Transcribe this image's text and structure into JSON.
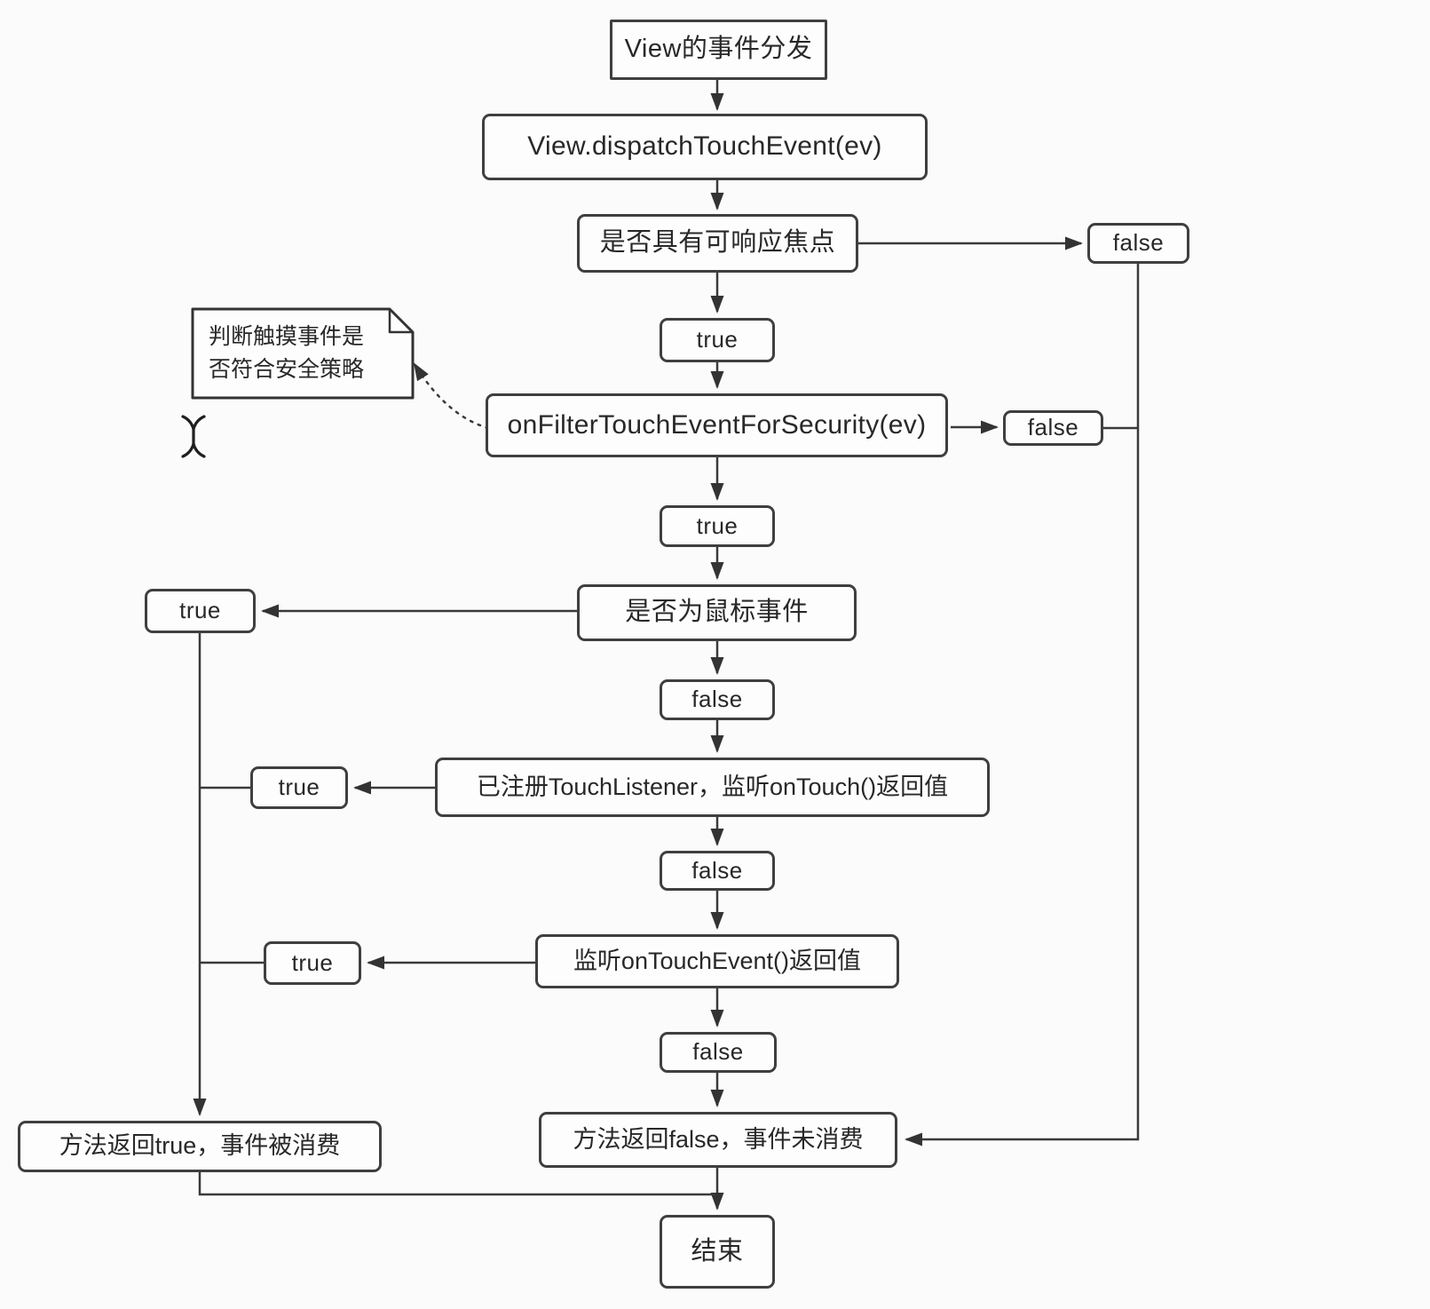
{
  "diagram": {
    "nodes": {
      "start": "View的事件分发",
      "dispatch": "View.dispatchTouchEvent(ev)",
      "focus_check": "是否具有可响应焦点",
      "false_focus": "false",
      "true_focus": "true",
      "filter_security": "onFilterTouchEventForSecurity(ev)",
      "false_filter": "false",
      "true_filter": "true",
      "mouse_check": "是否为鼠标事件",
      "true_mouse": "true",
      "false_mouse": "false",
      "touch_listener": "已注册TouchListener，监听onTouch()返回值",
      "true_listener": "true",
      "false_listener": "false",
      "on_touch_event": "监听onTouchEvent()返回值",
      "true_on_touch_event": "true",
      "false_on_touch_event": "false",
      "return_true": "方法返回true，事件被消费",
      "return_false": "方法返回false，事件未消费",
      "end": "结束"
    },
    "note": {
      "line1": "判断触摸事件是",
      "line2": "否符合安全策略"
    },
    "colors": {
      "line": "#3a3a3a",
      "box_border": "#3f3f3f",
      "box_fill": "#fdfdfd",
      "text": "#282828",
      "background": "#fbfbfb"
    }
  }
}
